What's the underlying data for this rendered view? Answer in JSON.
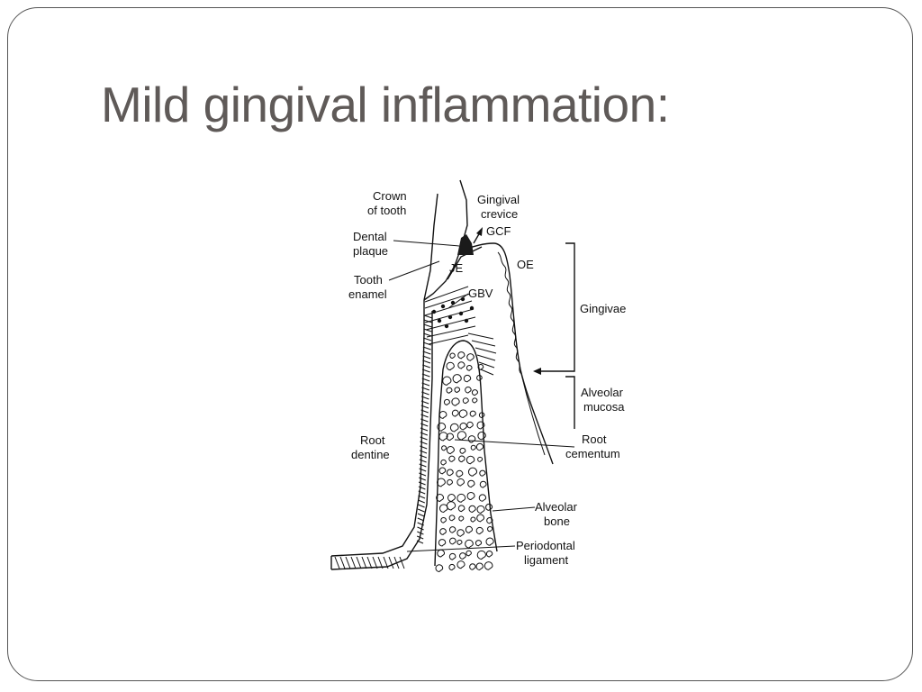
{
  "slide": {
    "title": "Mild gingival inflammation:"
  },
  "diagram": {
    "labels": {
      "crown_line1": "Crown",
      "crown_line2": "of tooth",
      "crevice_line1": "Gingival",
      "crevice_line2": "crevice",
      "gcf": "GCF",
      "plaque_line1": "Dental",
      "plaque_line2": "plaque",
      "je": "JE",
      "oe": "OE",
      "enamel_line1": "Tooth",
      "enamel_line2": "enamel",
      "gbv": "GBV",
      "gingivae": "Gingivae",
      "mucosa_line1": "Alveolar",
      "mucosa_line2": "mucosa",
      "dentine_line1": "Root",
      "dentine_line2": "dentine",
      "cementum_line1": "Root",
      "cementum_line2": "cementum",
      "bone_line1": "Alveolar",
      "bone_line2": "bone",
      "pdl_line1": "Periodontal",
      "pdl_line2": "ligament"
    }
  }
}
